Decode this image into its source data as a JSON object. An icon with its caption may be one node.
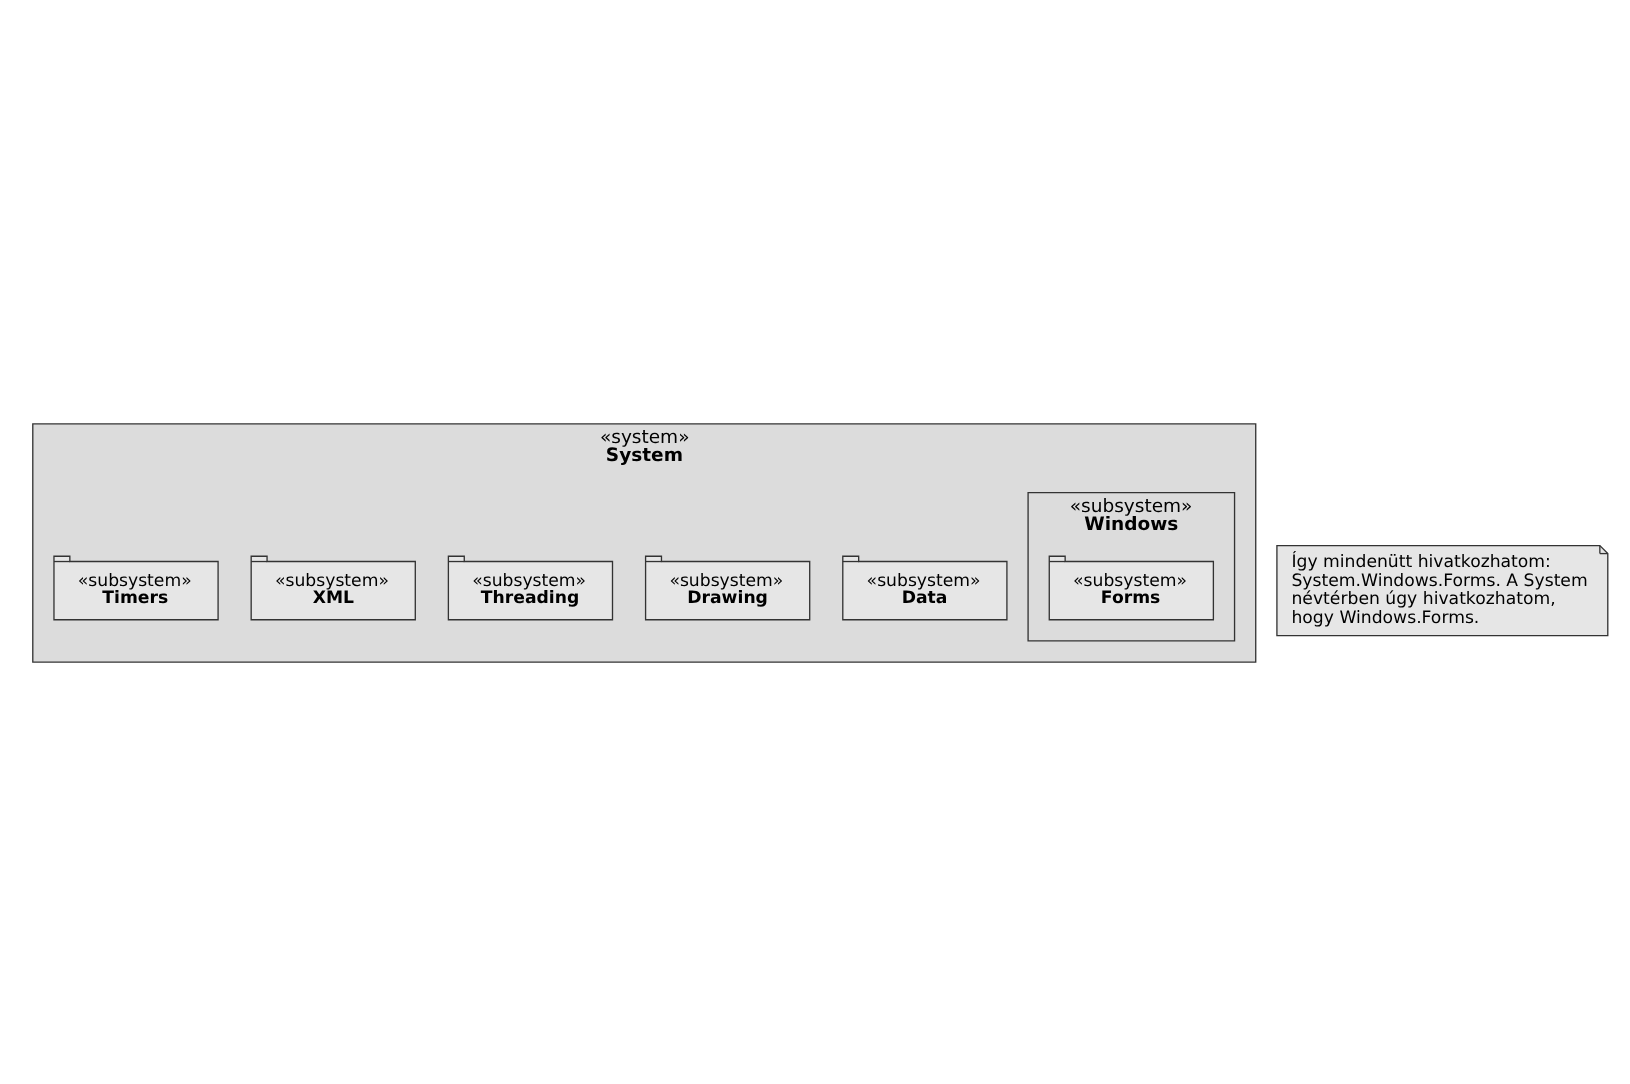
{
  "diagram": {
    "nodes": [
      {
        "text": [
          "«system»",
          "System"
        ]
      },
      {
        "text": [
          "Így mindenütt hivatkozhatom: System.Windows.Forms. A System  névtérben úgy hivatkozhatom, hogy Windows.Forms."
        ]
      },
      {
        "text": [
          "«subsystem»",
          "Data"
        ],
        "in": 0
      },
      {
        "text": [
          "«subsystem»",
          "Drawing"
        ],
        "in": 0
      },
      {
        "text": [
          "«subsystem»",
          "Threading"
        ],
        "in": 0
      },
      {
        "text": [
          "«subsystem»",
          "Windows"
        ],
        "in": 0
      },
      {
        "text": [
          "«subsystem»",
          "Forms"
        ],
        "in": 5
      },
      {
        "text": [
          "«subsystem»",
          "XML"
        ],
        "in": 0
      },
      {
        "text": [
          "«subsystem»",
          "Timers"
        ],
        "in": 0
      }
    ],
    "edges": []
  }
}
